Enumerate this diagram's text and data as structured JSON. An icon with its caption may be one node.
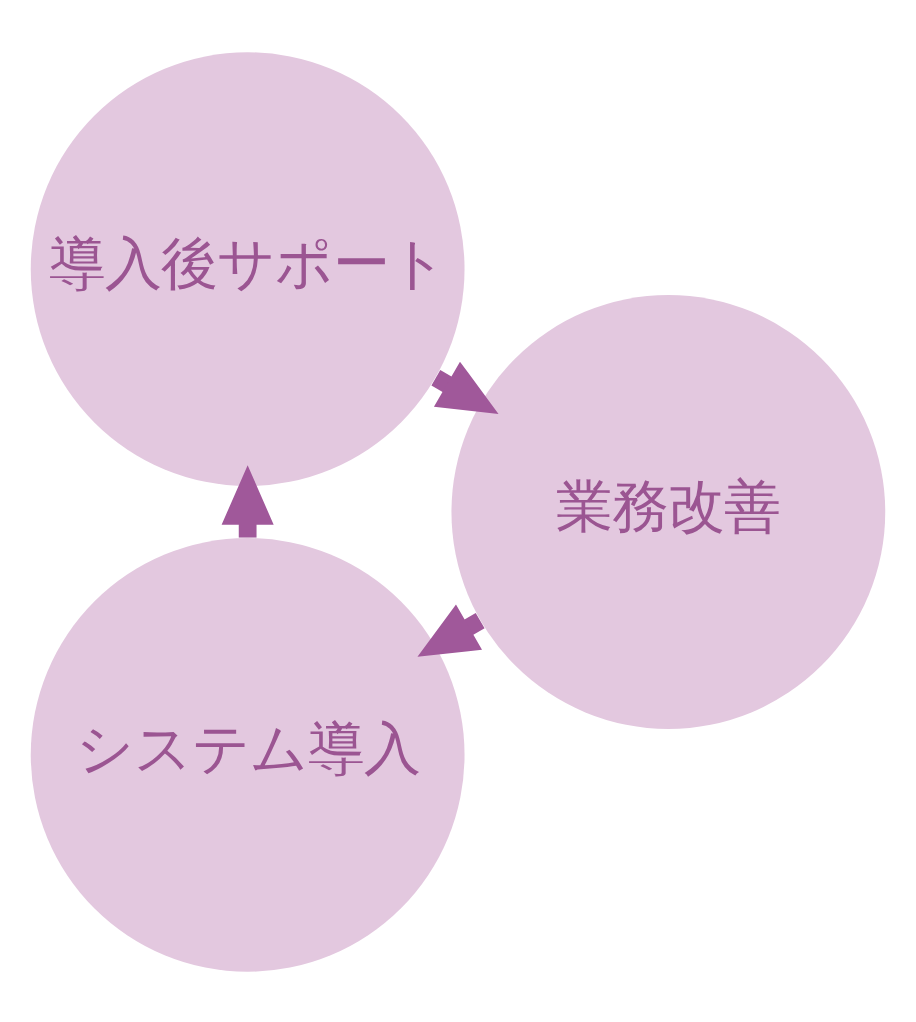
{
  "diagram": {
    "nodes": [
      {
        "text": [
          "システム導入"
        ]
      },
      {
        "text": [
          "導入後サポート"
        ]
      },
      {
        "text": [
          "業務改善"
        ]
      }
    ],
    "edges": [
      {
        "from": 0,
        "to": 1,
        "arrow": "to"
      },
      {
        "from": 1,
        "to": 2,
        "arrow": "to"
      },
      {
        "from": 2,
        "to": 0,
        "arrow": "to"
      }
    ]
  }
}
